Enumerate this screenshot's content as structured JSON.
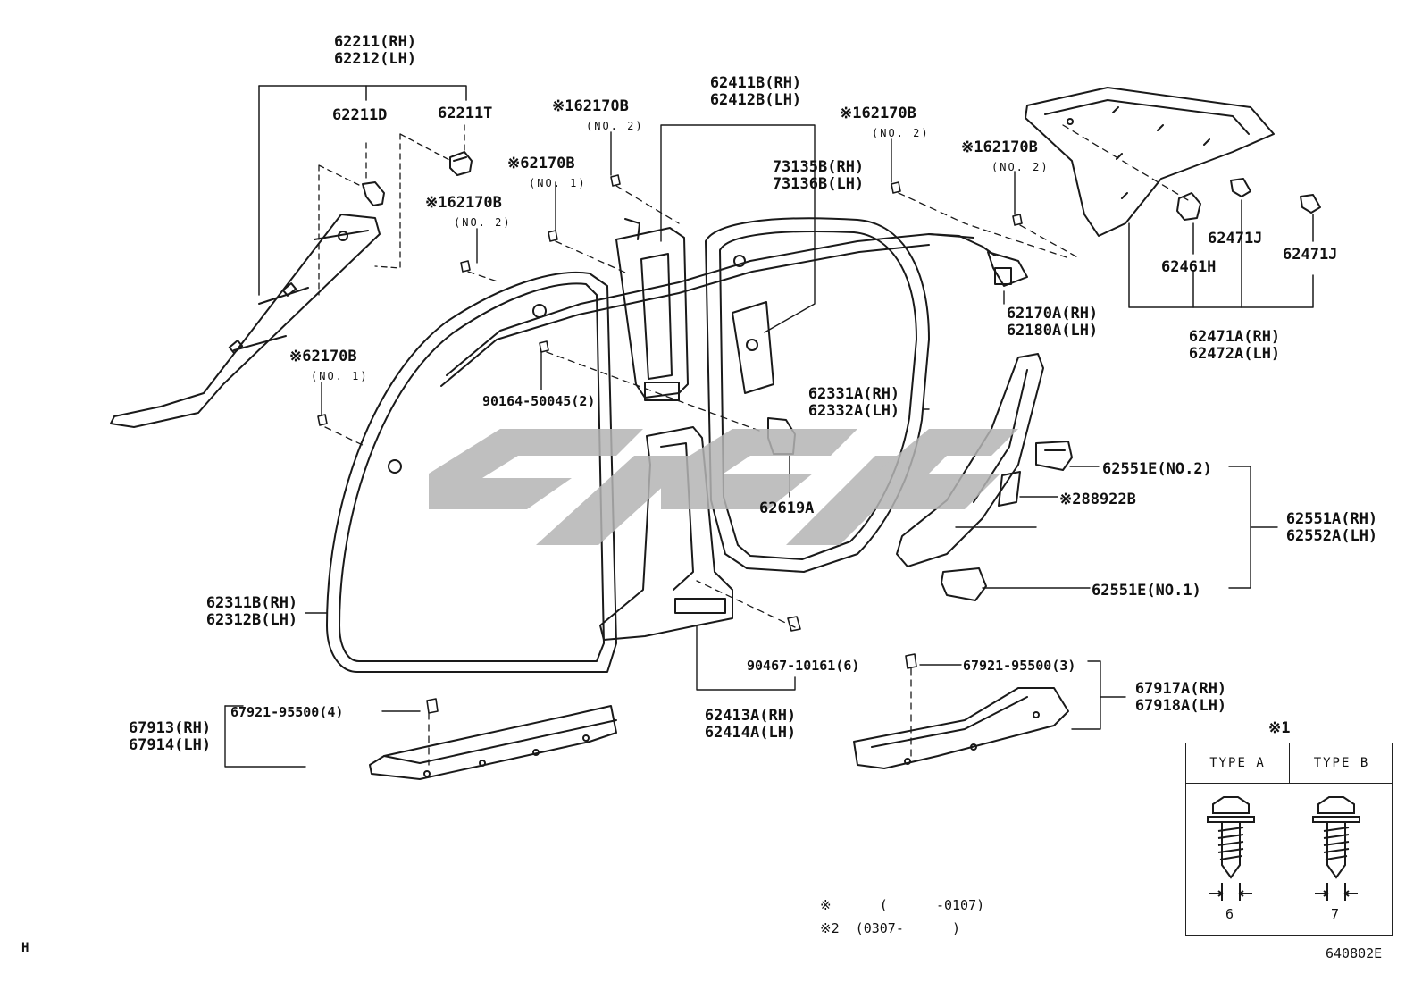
{
  "diagram": {
    "labels": {
      "p62211": "62211(RH)\n62212(LH)",
      "p62211D": "62211D",
      "p62211T": "62211T",
      "p62170B_a": "※162170B",
      "p62170B_a_no": "(NO. 2)",
      "p62411B": "62411B(RH)\n62412B(LH)",
      "p62170B_b": "※162170B",
      "p62170B_b_no": "(NO. 2)",
      "p62170B_c": "※162170B",
      "p62170B_c_no": "(NO. 2)",
      "p62170B_d": "※62170B",
      "p62170B_d_no": "(NO. 1)",
      "p62170B_e": "※162170B",
      "p62170B_e_no": "(NO. 2)",
      "p73135B": "73135B(RH)\n73136B(LH)",
      "p62170B_f": "※62170B",
      "p62170B_f_no": "(NO. 1)",
      "p90164": "90164-50045(2)",
      "p62170A": "62170A(RH)\n62180A(LH)",
      "p62461H": "62461H",
      "p62471J_1": "62471J",
      "p62471J_2": "62471J",
      "p62471A": "62471A(RH)\n62472A(LH)",
      "p62331A": "62331A(RH)\n62332A(LH)",
      "p62619A": "62619A",
      "p62551E_2": "62551E(NO.2)",
      "p88922B": "※288922B",
      "p62551A": "62551A(RH)\n62552A(LH)",
      "p62551E_1": "62551E(NO.1)",
      "p62311B": "62311B(RH)\n62312B(LH)",
      "p90467": "90467-10161(6)",
      "p67921_3": "67921-95500(3)",
      "p67917A": "67917A(RH)\n67918A(LH)",
      "p67921_4": "67921-95500(4)",
      "p62413A": "62413A(RH)\n62414A(LH)",
      "p67913": "67913(RH)\n67914(LH)",
      "note1": "※      (      -0107)",
      "note2": "※2  (0307-      )",
      "corner_left": "H",
      "corner_right": "640802E"
    },
    "legend": {
      "mark": "※1",
      "type_a": "TYPE A",
      "type_b": "TYPE B",
      "dim_a": "6",
      "dim_b": "7"
    },
    "colors": {
      "line": "#1a1a1a",
      "watermark": "#b4b4b4"
    }
  }
}
